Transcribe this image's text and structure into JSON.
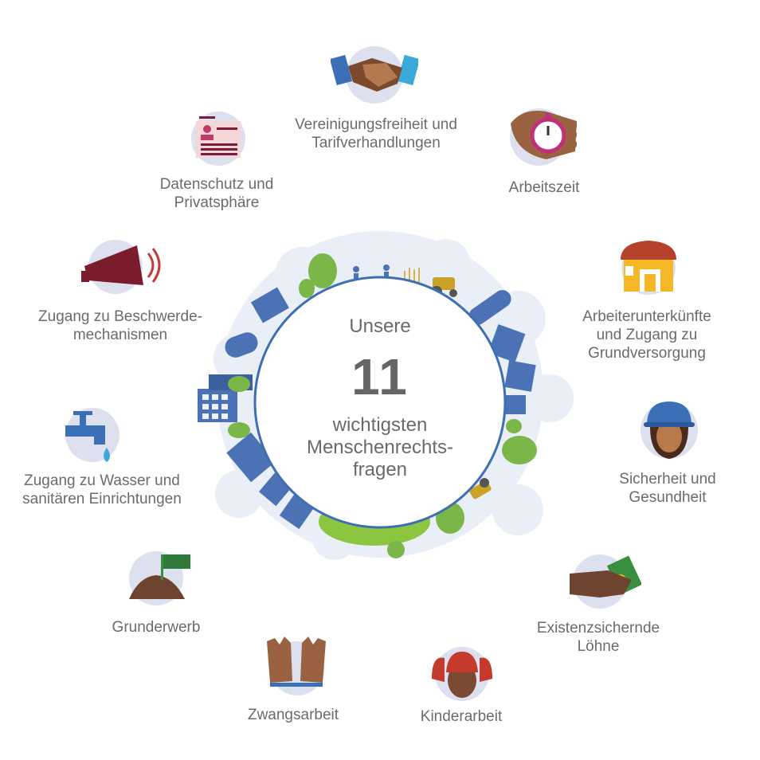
{
  "center": {
    "line1": "Unsere",
    "number": "11",
    "line3": "wichtigsten",
    "line4": "Menschenrechts-",
    "line5": "fragen"
  },
  "topics": {
    "vereinigung": {
      "line1": "Vereinigungsfreiheit und",
      "line2": "Tarifverhandlungen",
      "icon": "handshake-icon"
    },
    "arbeitszeit": {
      "line1": "Arbeitszeit",
      "icon": "stopwatch-icon"
    },
    "unterkuenfte": {
      "line1": "Arbeiterunterkünfte",
      "line2": "und Zugang zu",
      "line3": "Grundversorgung",
      "icon": "house-icon"
    },
    "sicherheit": {
      "line1": "Sicherheit und",
      "line2": "Gesundheit",
      "icon": "hard-hat-worker-icon"
    },
    "loehne": {
      "line1": "Existenzsichernde",
      "line2": "Löhne",
      "icon": "money-hand-icon"
    },
    "kinderarbeit": {
      "line1": "Kinderarbeit",
      "icon": "child-icon"
    },
    "zwangsarbeit": {
      "line1": "Zwangsarbeit",
      "icon": "chained-hands-icon"
    },
    "grunderwerb": {
      "line1": "Grunderwerb",
      "icon": "land-flag-icon"
    },
    "wasser": {
      "line1": "Zugang zu Wasser und",
      "line2": "sanitären Einrichtungen",
      "icon": "water-tap-icon"
    },
    "beschwerde": {
      "line1": "Zugang zu Beschwerde-",
      "line2": "mechanismen",
      "icon": "megaphone-icon"
    },
    "datenschutz": {
      "line1": "Datenschutz und",
      "line2": "Privatsphäre",
      "icon": "id-card-icon"
    }
  },
  "colors": {
    "circle_bg": "#dde0ee",
    "ring": "#3f6fb3",
    "building_blue": "#4a72b5",
    "green": "#7ab648",
    "text": "#6b6b6b"
  }
}
